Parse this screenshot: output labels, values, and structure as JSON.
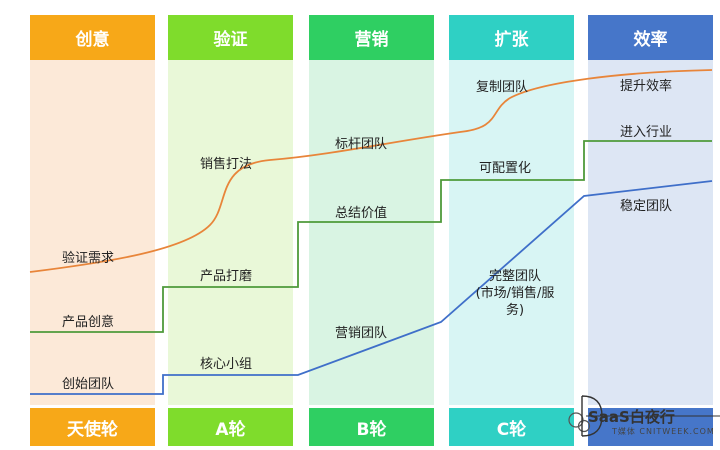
{
  "columns": [
    {
      "head": "创意",
      "foot": "天使轮",
      "head_color": "#f7a818",
      "bg_color": "#fce9d8",
      "foot_color": "#f7a818"
    },
    {
      "head": "验证",
      "foot": "A轮",
      "head_color": "#7fdc2c",
      "bg_color": "#e9f8d8",
      "foot_color": "#7fdc2c"
    },
    {
      "head": "营销",
      "foot": "B轮",
      "head_color": "#2fcf62",
      "bg_color": "#d9f4e3",
      "foot_color": "#2fcf62"
    },
    {
      "head": "扩张",
      "foot": "C轮",
      "head_color": "#2fd0c4",
      "bg_color": "#d8f5f4",
      "foot_color": "#2fd0c4"
    },
    {
      "head": "效率",
      "foot": "",
      "head_color": "#4676c9",
      "bg_color": "#dde6f4",
      "foot_color": "#4676c9"
    }
  ],
  "lines": {
    "product_line": {
      "color": "#e8853a",
      "labels": [
        "验证需求",
        "销售打法",
        "标杆团队",
        "复制团队",
        "提升效率"
      ]
    },
    "market_line": {
      "color": "#4e9a3a",
      "labels": [
        "产品创意",
        "产品打磨",
        "总结价值",
        "可配置化",
        "进入行业"
      ]
    },
    "team_line": {
      "color": "#3f6fc9",
      "labels": [
        "创始团队",
        "核心小组",
        "营销团队",
        "完整团队\n(市场/销售/服务)",
        "稳定团队"
      ]
    }
  },
  "watermark": {
    "text": "SaaS白夜行",
    "sub": "T媒体 CNITWEEK.COM"
  }
}
